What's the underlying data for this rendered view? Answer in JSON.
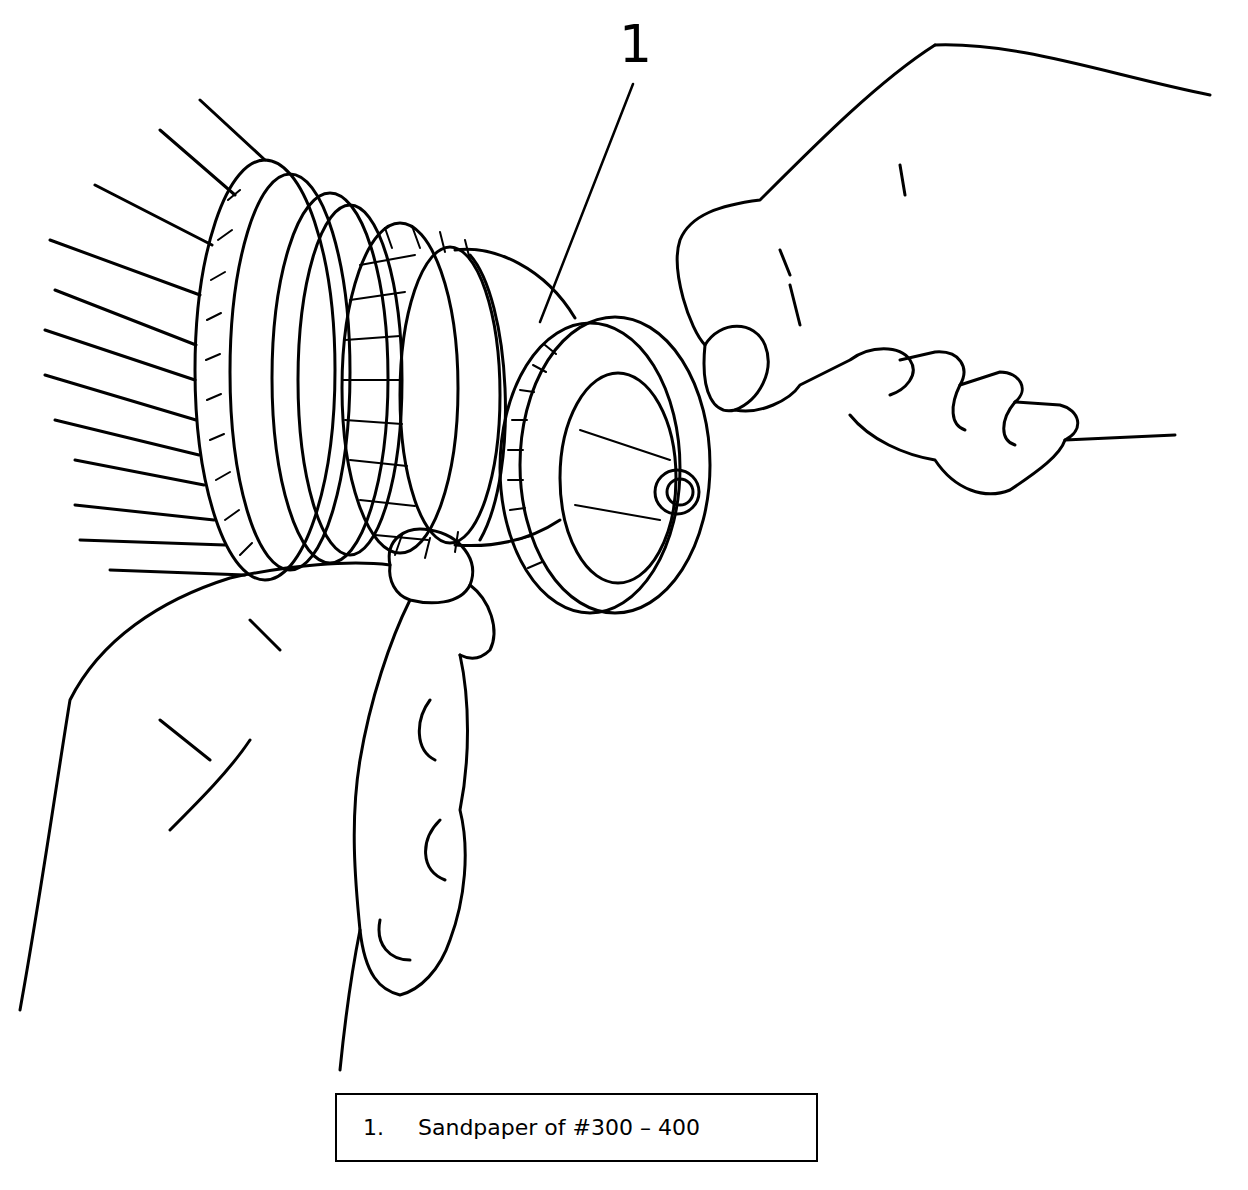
{
  "diagram": {
    "nodes": [
      {
        "text": [
          "1.",
          "Sandpaper of #300 – 400"
        ]
      }
    ],
    "edges": [],
    "labels": [
      "1"
    ]
  }
}
